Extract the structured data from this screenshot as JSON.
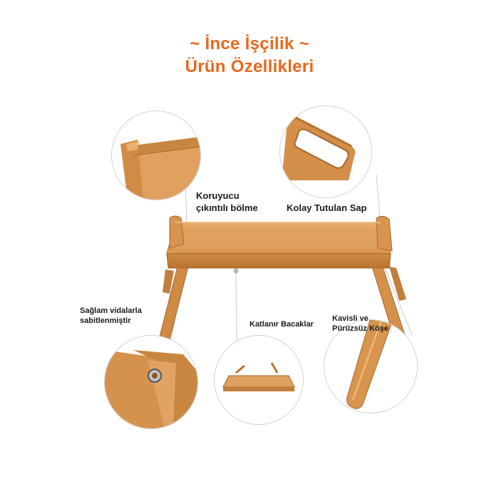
{
  "header": {
    "line1": "~ İnce İşçilik ~",
    "line2": "Ürün Özellikleri"
  },
  "features": {
    "protective": {
      "line1": "Koruyucu",
      "line2": "çıkıntılı bölme"
    },
    "handle": {
      "text": "Kolay Tutulan Sap"
    },
    "screws": {
      "line1": "Sağlam vidalarla",
      "line2": "sabitlenmiştir"
    },
    "legs": {
      "text": "Katlanır Bacaklar"
    },
    "corner": {
      "line1": "Kavisli ve",
      "line2": "Pürüzsüz Köşe"
    }
  },
  "colors": {
    "title": "#e8671c",
    "wood_light": "#e3a661",
    "wood_mid": "#cf8a44",
    "wood_dark": "#a8662a"
  }
}
